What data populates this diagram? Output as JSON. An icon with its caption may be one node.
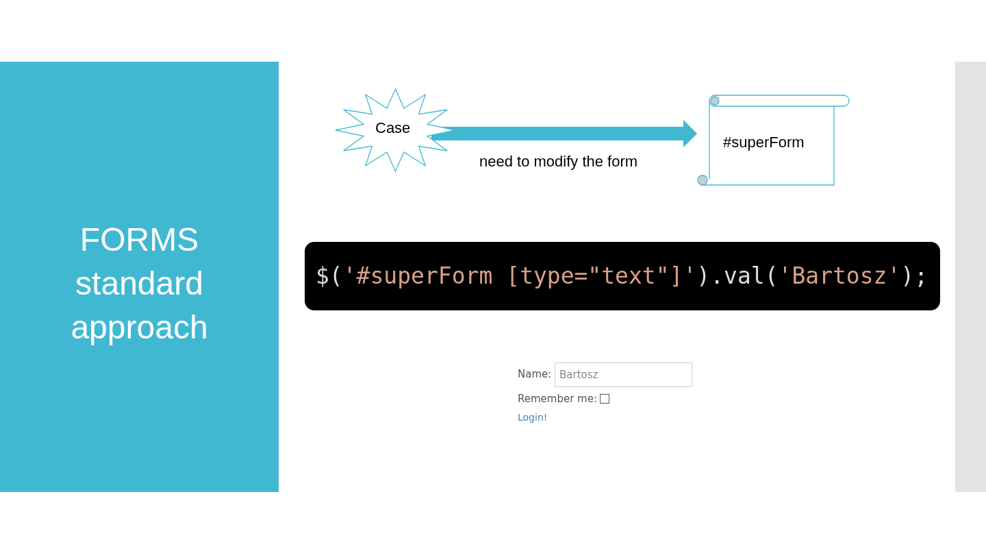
{
  "diagram": {
    "title": "FORMS standard approach",
    "nodes": [
      {
        "text": [
          "Case"
        ]
      },
      {
        "text": [
          "#superForm"
        ]
      }
    ],
    "edges": [
      {
        "from": 0,
        "to": 1,
        "arrow": "to",
        "label": "need to modify the form"
      }
    ],
    "labels": [
      "$('#superForm [type=\"text\"]').val('Bartosz');",
      "Name:",
      "Bartosz",
      "Remember me:",
      "Login!"
    ]
  }
}
